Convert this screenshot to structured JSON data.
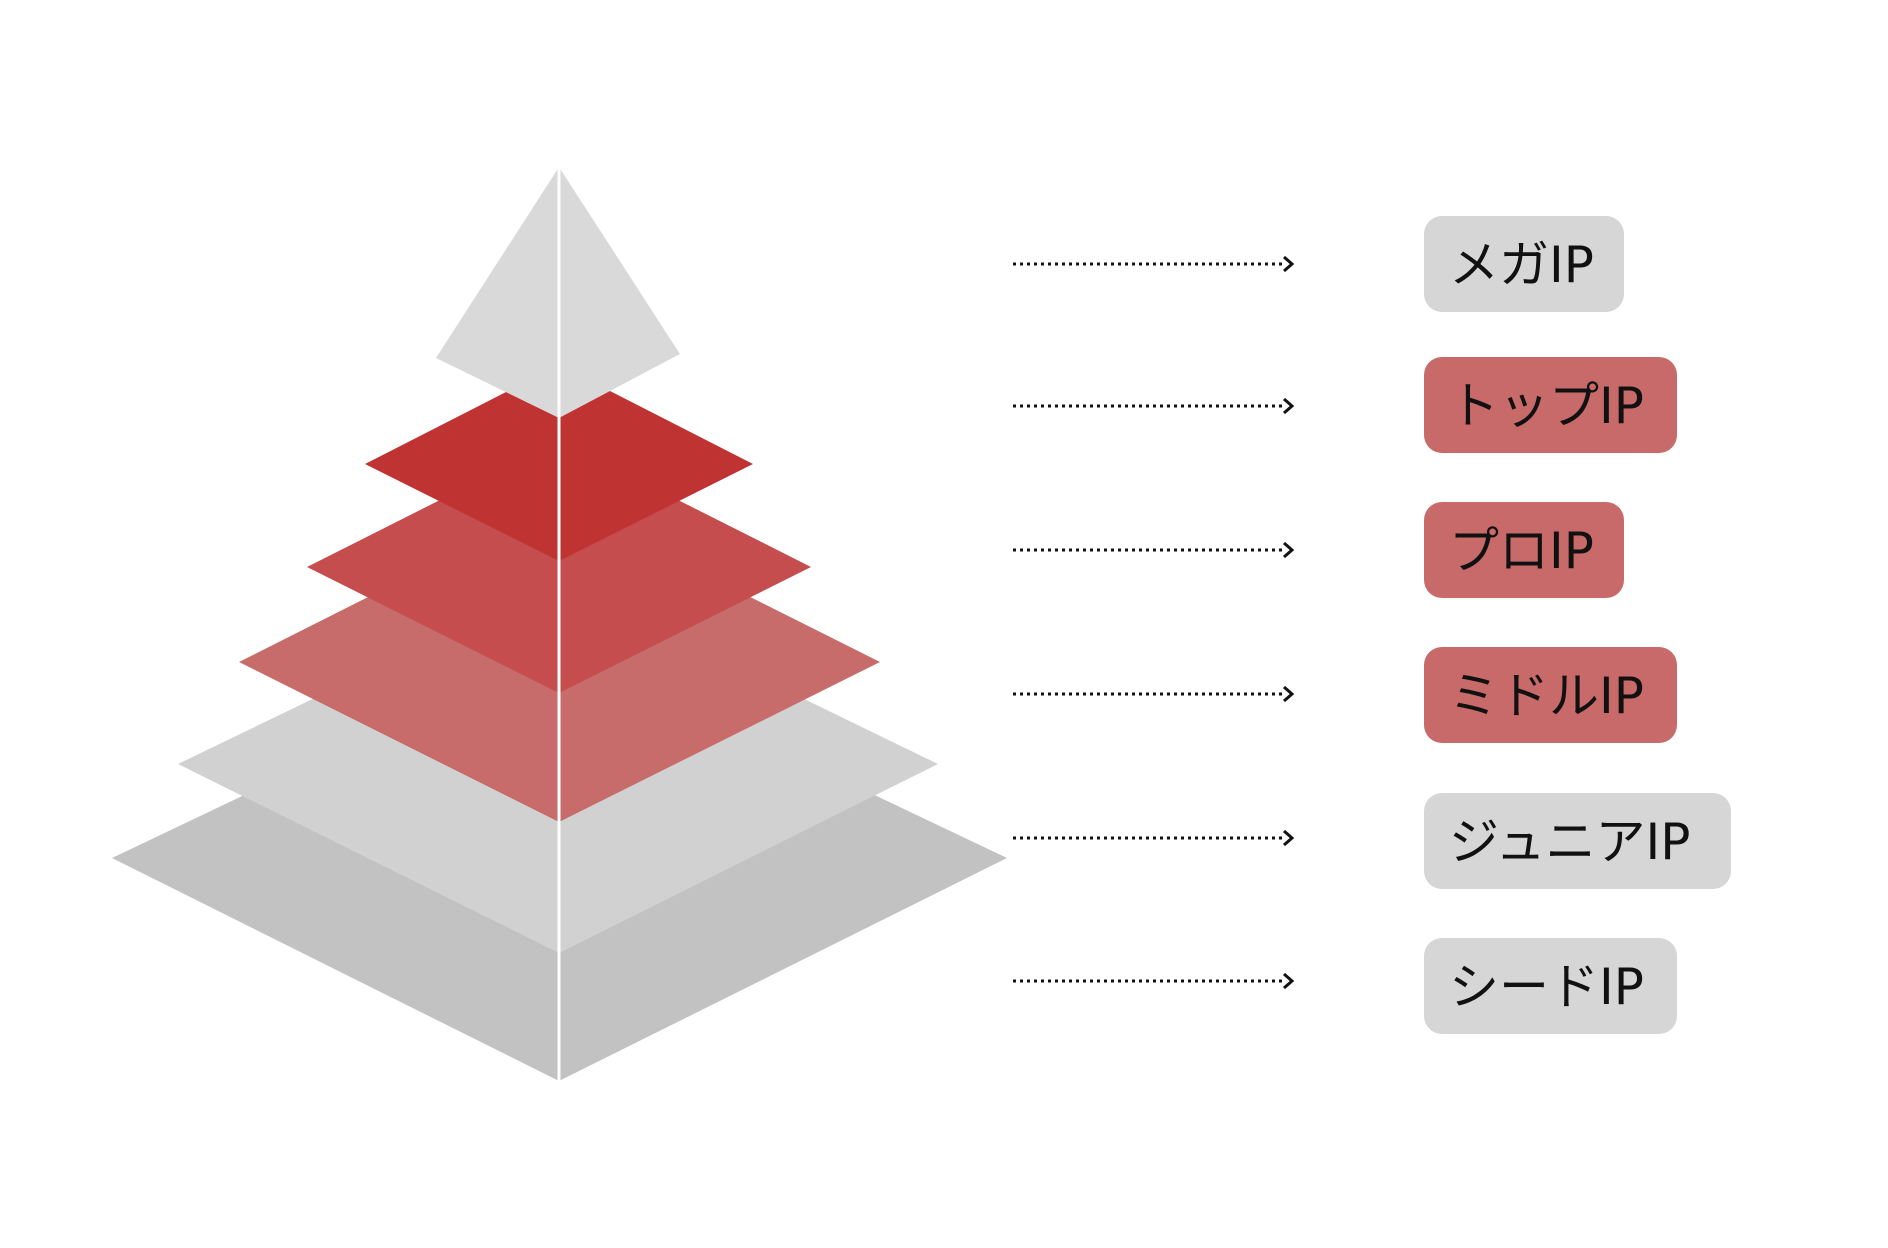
{
  "diagram": {
    "tiers": [
      {
        "label": "メガIP",
        "color": "#d6d6d6"
      },
      {
        "label": "トップIP",
        "color": "#c86a6a"
      },
      {
        "label": "プロIP",
        "color": "#c86a6a"
      },
      {
        "label": "ミドルIP",
        "color": "#c86a6a"
      },
      {
        "label": "ジュニアIP",
        "color": "#d6d6d6"
      },
      {
        "label": "シードIP",
        "color": "#d6d6d6"
      }
    ],
    "pyramid_colors": {
      "apex": "#d9d9d9",
      "layer_1": "#bf3333",
      "layer_2": "#c64d4d",
      "layer_3": "#c86b6b",
      "layer_4": "#d1d1d1",
      "layer_5": "#c2c2c2",
      "axis": "#ffffff"
    },
    "arrow_color": "#111111"
  }
}
